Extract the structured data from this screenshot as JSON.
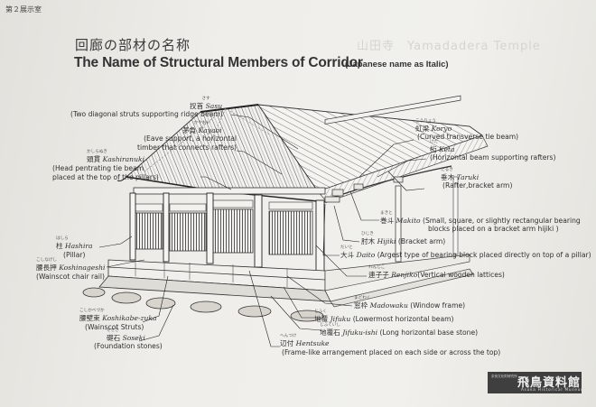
{
  "header": {
    "room_label": "第２展示室",
    "ghost_heading": "山田寺　Yamadadera Temple",
    "title_ja": "回廊の部材の名称",
    "title_en": "The Name of Structural Members of Corridor",
    "title_note": "(Japanese name as Italic)"
  },
  "labels": {
    "sasu": {
      "ruby": "さす",
      "ja": "扠首",
      "romaji": "Sasu",
      "desc": "(Two diagonal struts supporting ridge beam)"
    },
    "kayaoi": {
      "ruby": "かやおい",
      "ja": "茅負",
      "romaji": "Kayaoi",
      "desc1": "(Eave support, a horizontal",
      "desc2": "timber that connects rafters)"
    },
    "kashiranuki": {
      "ruby": "かしらぬき",
      "ja": "頭貫",
      "romaji": "Kashiranuki",
      "desc1": "(Head pentrating tie beam",
      "desc2": "placed at the top of the pillars)"
    },
    "koryo": {
      "ruby": "こうりょう",
      "ja": "虹梁",
      "romaji": "Koryo",
      "desc": "(Curved transverse tie beam)"
    },
    "keta": {
      "ruby": "けた",
      "ja": "桁",
      "romaji": "Keta",
      "desc": "(Horizontal beam supporting rafters)"
    },
    "taruki": {
      "ruby": "たるき",
      "ja": "垂木",
      "romaji": "Taruki",
      "desc": "(Rafter,bracket arm)"
    },
    "makito": {
      "ruby": "まきと",
      "ja": "巻斗",
      "romaji": "Makito",
      "desc1": "(Small, square, or slightly rectangular bearing",
      "desc2": "blocks placed on a bracket arm hijiki )"
    },
    "hijiki": {
      "ruby": "ひじき",
      "ja": "肘木",
      "romaji": "Hijiki",
      "desc": "(Bracket arm)"
    },
    "daito": {
      "ruby": "だいと",
      "ja": "大斗",
      "romaji": "Daito",
      "desc": "(Argest type of bearing block placed directly on top of a pillar)"
    },
    "renjiko": {
      "ruby": "れんじこ",
      "ja": "連子子",
      "romaji": "Renjiko",
      "desc": "(Vertical wooden lattices)"
    },
    "hashira": {
      "ruby": "はしら",
      "ja": "柱",
      "romaji": "Hashira",
      "desc": "(Pillar)"
    },
    "koshinageshi": {
      "ruby": "こしなげし",
      "ja": "腰長押",
      "romaji": "Koshinageshi",
      "desc": "(Wainscot chair rail)"
    },
    "madowaku": {
      "ruby": "まどわく",
      "ja": "窓枠",
      "romaji": "Madowaku",
      "desc": "(Window frame)"
    },
    "jifuku": {
      "ruby": "じふく",
      "ja": "地覆",
      "romaji": "Jifuku",
      "desc": "(Lowermost horizontal beam)"
    },
    "jifukuishi": {
      "ruby": "じふくいし",
      "ja": "地覆石",
      "romaji": "Jifuku-ishi",
      "desc": "(Long horizontal base stone)"
    },
    "koshikabezuka": {
      "ruby": "こしかべづか",
      "ja": "腰壁束",
      "romaji": "Koshikabe-zuka",
      "desc": "(Wainscot Struts)"
    },
    "soseki": {
      "ruby": "そせき",
      "ja": "礎石",
      "romaji": "Soseki",
      "desc": "(Foundation stones)"
    },
    "hentsuke": {
      "ruby": "へんつけ",
      "ja": "辺付",
      "romaji": "Hentsuke",
      "desc": "(Frame-like arrangement placed on each side or across the top)"
    }
  },
  "logo": {
    "subtitle": "奈良文化財研究所",
    "name": "飛鳥資料館",
    "name_en": "Asuka Historical Museum"
  },
  "colors": {
    "ink": "#2b2b2b",
    "background": "#efeeea",
    "logo_bg": "#3f3f3f"
  }
}
